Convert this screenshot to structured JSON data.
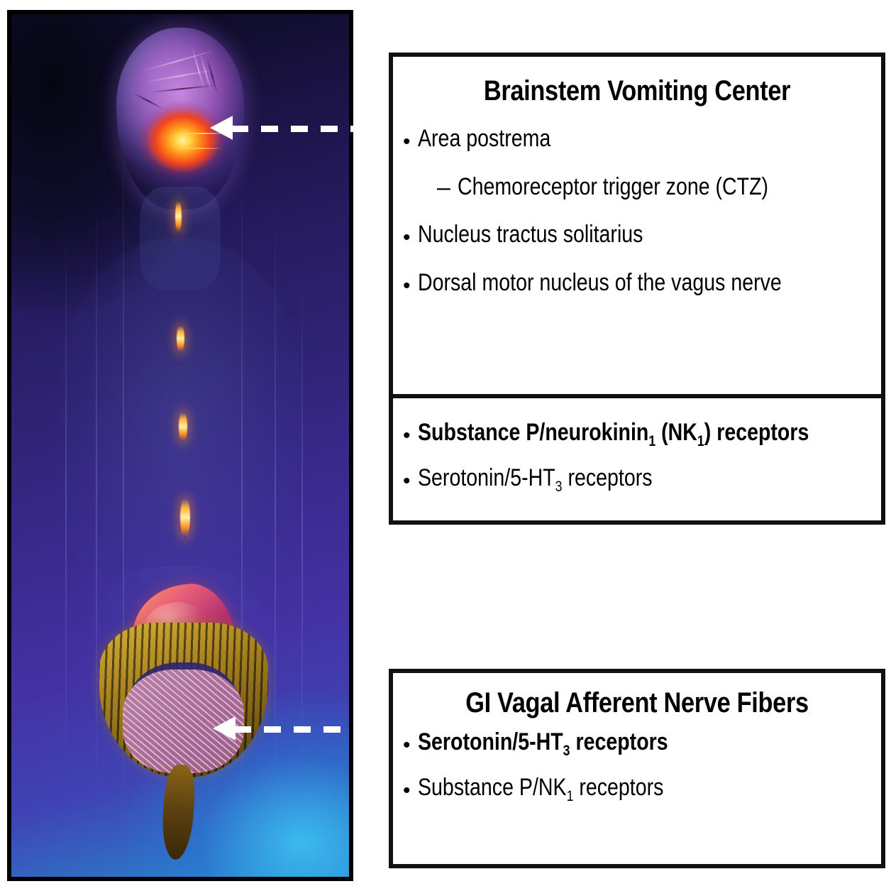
{
  "illustration": {
    "alt_description": "Translucent human body illustration with highlighted brainstem, esophagus, stomach and intestines",
    "background_colors": {
      "top_left_dark": "#0a0a1c",
      "mid_purple": "#3a2a8e",
      "bottom_right_cyan": "#2ba6dd"
    },
    "organ_colors": {
      "brainstem_hotspot": "#ffcf3c",
      "stomach": "#b6316e",
      "intestines": "#a98420"
    }
  },
  "arrows": [
    {
      "name": "arrow-to-brainstem",
      "style": "dashed",
      "color": "#ffffff",
      "direction": "left",
      "points_to": "brainstem"
    },
    {
      "name": "arrow-to-gi",
      "style": "dashed",
      "color": "#ffffff",
      "direction": "left",
      "points_to": "gastrointestinal tract"
    }
  ],
  "boxes": {
    "brainstem": {
      "title": "Brainstem Vomiting Center",
      "anatomy_bullets": [
        {
          "mark": "•",
          "text": "Area postrema",
          "level": 1,
          "bold": false
        },
        {
          "mark": "–",
          "text": "Chemoreceptor trigger zone (CTZ)",
          "level": 2,
          "bold": false
        },
        {
          "mark": "•",
          "text": "Nucleus tractus solitarius",
          "level": 1,
          "bold": false
        },
        {
          "mark": "•",
          "text": "Dorsal motor nucleus of the vagus nerve",
          "level": 1,
          "bold": false
        }
      ],
      "receptor_bullets": [
        {
          "mark": "•",
          "bold": true,
          "parts": [
            {
              "t": "Substance P/neurokinin"
            },
            {
              "t": "1",
              "sub": true
            },
            {
              "t": " (NK"
            },
            {
              "t": "1",
              "sub": true
            },
            {
              "t": ") receptors"
            }
          ]
        },
        {
          "mark": "•",
          "bold": false,
          "parts": [
            {
              "t": "Serotonin/5-HT"
            },
            {
              "t": "3",
              "sub": true
            },
            {
              "t": " receptors"
            }
          ]
        }
      ]
    },
    "gi": {
      "title": "GI Vagal Afferent Nerve Fibers",
      "receptor_bullets": [
        {
          "mark": "•",
          "bold": true,
          "parts": [
            {
              "t": "Serotonin/5-HT"
            },
            {
              "t": "3",
              "sub": true
            },
            {
              "t": " receptors"
            }
          ]
        },
        {
          "mark": "•",
          "bold": false,
          "parts": [
            {
              "t": "Substance P/NK"
            },
            {
              "t": "1",
              "sub": true
            },
            {
              "t": " receptors"
            }
          ]
        }
      ]
    }
  }
}
